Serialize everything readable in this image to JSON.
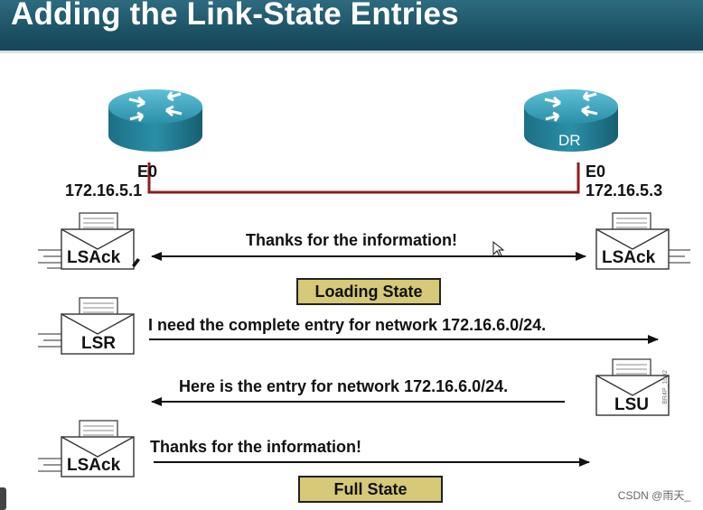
{
  "header": {
    "title": "Adding the Link-State Entries"
  },
  "routers": {
    "left": {
      "interface": "E0",
      "ip": "172.16.5.1"
    },
    "right": {
      "label": "DR",
      "interface": "E0",
      "ip": "172.16.5.3"
    }
  },
  "packets": {
    "left_lsack_1": "LSAck",
    "right_lsack": "LSAck",
    "left_lsr": "LSR",
    "right_lsu": "LSU",
    "left_lsack_2": "LSAck"
  },
  "messages": {
    "m1": "Thanks for the information!",
    "m2": "I need the complete entry for network 172.16.6.0/24.",
    "m3": "Here is the entry for network 172.16.6.0/24.",
    "m4": "Thanks for the information!"
  },
  "states": {
    "loading": "Loading State",
    "full": "Full State"
  },
  "side_code": "BR4P_1002",
  "watermark": "CSDN @雨天_",
  "colors": {
    "header_bg": "#1d5265",
    "router_body": "#2a8fa8",
    "link": "#8b1e1e",
    "state_box": "#d6c977"
  }
}
